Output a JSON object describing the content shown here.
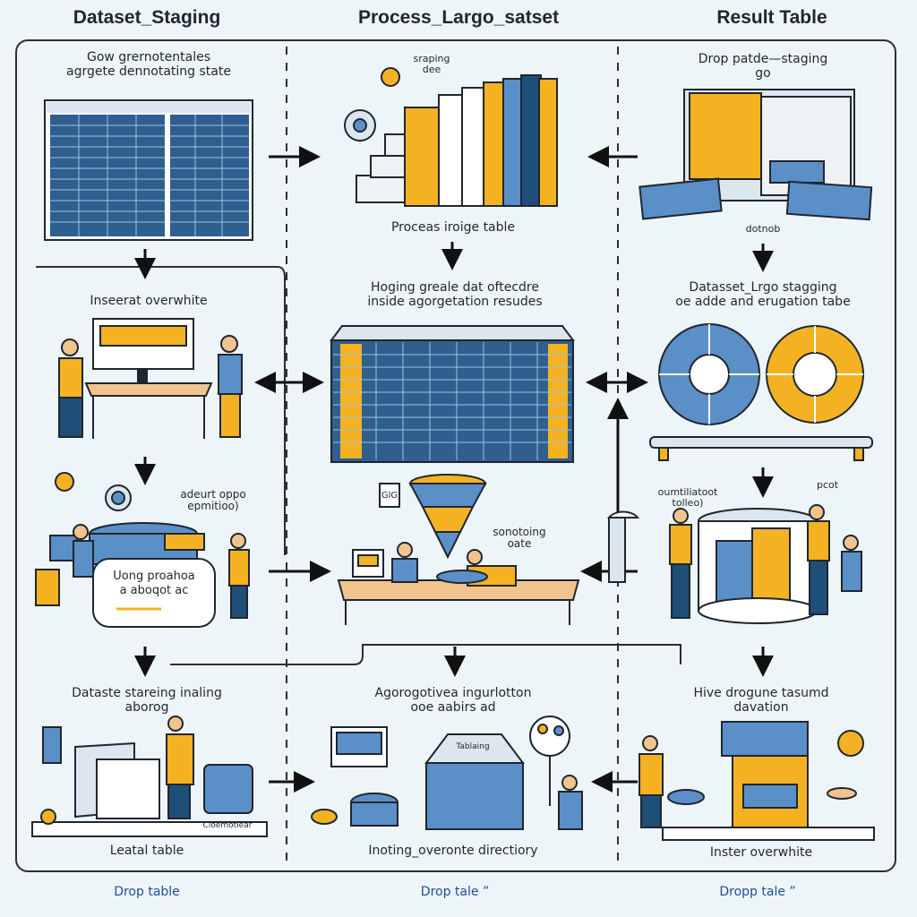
{
  "header": {
    "col1": "Dataset_Staging",
    "col2": "Process_Largo_satset",
    "col3": "Result Table"
  },
  "row1": {
    "left": [
      "Gow grernotentales",
      "agrgete dennotating state"
    ],
    "middle_label": "Proceas iroige table",
    "middle_sticker": [
      "sraping",
      "dee"
    ],
    "right": [
      "Drop patde—staging",
      "go"
    ],
    "right_bottom": "dotnob"
  },
  "row2": {
    "left": "Inseerat overwhite",
    "middle": [
      "Hoging greale dat oftecdre",
      "inside agorgetation resudes"
    ],
    "right": [
      "Datasset_Lrgo stagging",
      "oe adde and erugation tabe"
    ]
  },
  "row3": {
    "left_note": [
      "adeurt oppo",
      "epmitioo)"
    ],
    "left_panel": [
      "Uong proahoa",
      "a  aboqot ac"
    ],
    "middle_note": [
      "sonotoing",
      "oate"
    ],
    "middle_tag": "GlG",
    "right_note": [
      "oumtiliatoot",
      "tolleo)"
    ],
    "right_post": "pcot"
  },
  "row4": {
    "left_top": [
      "Dataste stareing inaling",
      "aborog"
    ],
    "left_bottom": "Leatal table",
    "left_small": "Cloemotlear",
    "middle_top": [
      "Agorogotivea ingurlotton",
      "ooe aabirs ad"
    ],
    "middle_bottom": "Inoting_overonte directiory",
    "middle_box": "Tablaing",
    "right_top": [
      "Hive drogune tasumd",
      "davation"
    ],
    "right_bottom": "Inster overwhite"
  },
  "footer": {
    "left": "Drop table",
    "middle": "Drop tale ”",
    "right": "Dropp tale ”"
  },
  "colors": {
    "blue": "#5b8fc7",
    "darkblue": "#1f4e79",
    "yellow": "#f4b223",
    "ink": "#1f2630",
    "desk": "#f1c48d"
  }
}
